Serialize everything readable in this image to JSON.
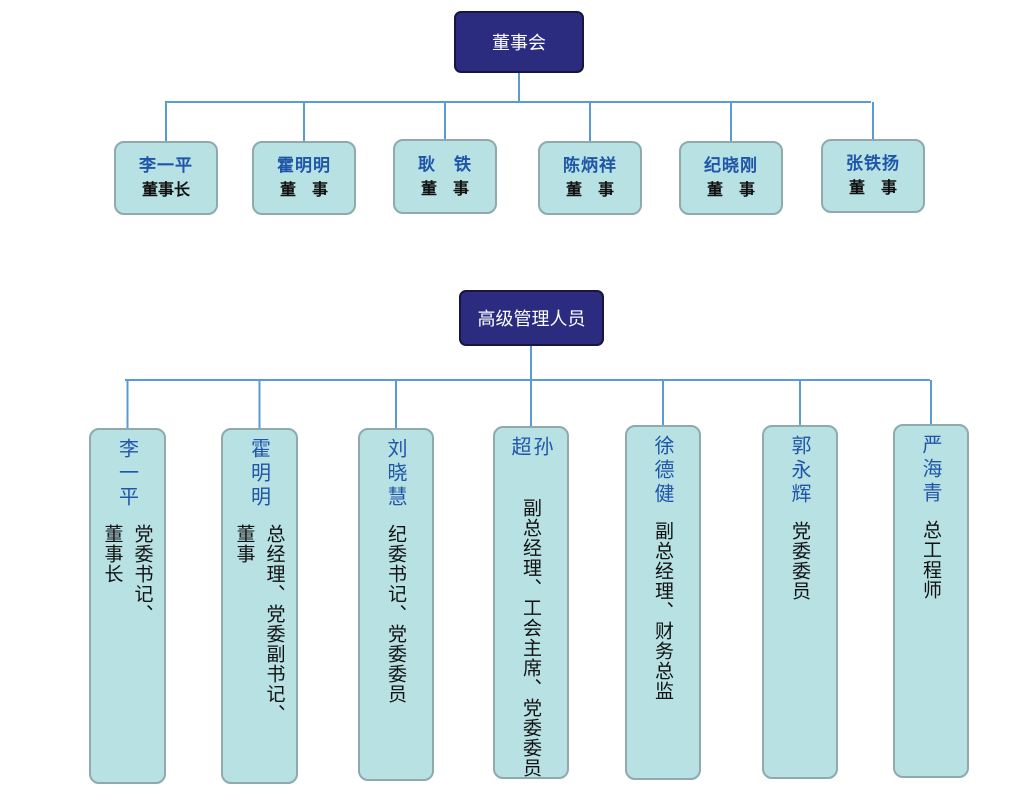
{
  "colors": {
    "head_box": "#2b2b80",
    "card": "#b8e1e4",
    "connector": "#5b9bd5",
    "name_text": "#1f56a8"
  },
  "board": {
    "title": "董事会",
    "members": [
      {
        "name": "李一平",
        "title": "董事长"
      },
      {
        "name": "霍明明",
        "title": "董　事"
      },
      {
        "name": "耿　铁",
        "title": "董　事"
      },
      {
        "name": "陈炳祥",
        "title": "董　事"
      },
      {
        "name": "纪晓刚",
        "title": "董　事"
      },
      {
        "name": "张铁扬",
        "title": "董　事"
      }
    ]
  },
  "management": {
    "title": "高级管理人员",
    "members": [
      {
        "name": "李一平",
        "title_lines": [
          "党委书记、",
          "董事长"
        ]
      },
      {
        "name": "霍明明",
        "title_lines": [
          "总经理、党委副书记、",
          "董事"
        ]
      },
      {
        "name": "刘晓慧",
        "title_lines": [
          "纪委书记、党委委员"
        ]
      },
      {
        "name": "孙　超",
        "title_lines": [
          "副总经理、工会主席、党委委员"
        ]
      },
      {
        "name": "徐德健",
        "title_lines": [
          "副总经理、财务总监"
        ]
      },
      {
        "name": "郭永辉",
        "title_lines": [
          "党委委员"
        ]
      },
      {
        "name": "严海青",
        "title_lines": [
          "总工程师"
        ]
      }
    ]
  }
}
